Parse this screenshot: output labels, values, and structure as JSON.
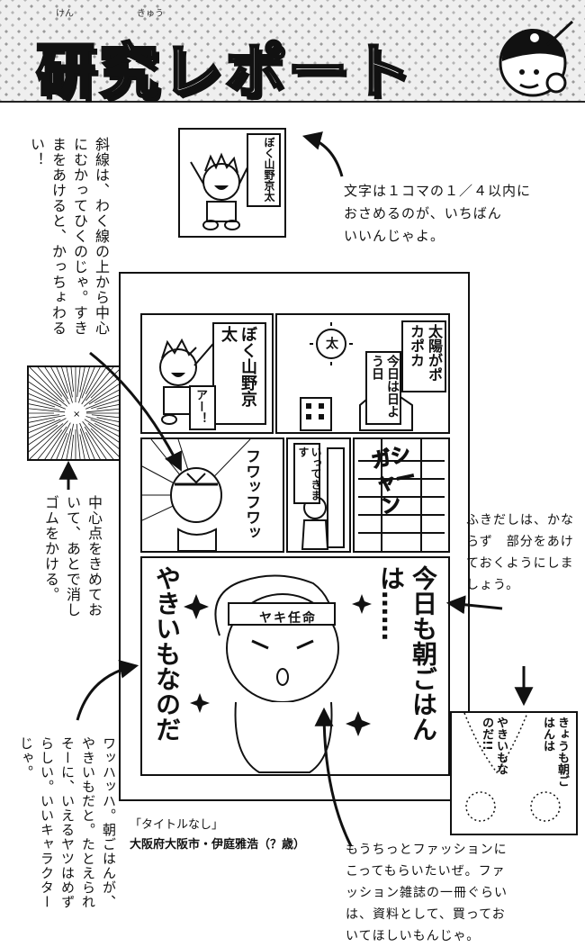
{
  "header": {
    "title": "研究レポート",
    "ruby_ken": "けん",
    "ruby_kyuu": "きゅう"
  },
  "notes": {
    "diagonal": "斜線は、わく線の上から中心にむかってひくのじゃ。すきまをあけると、かっちょわるい！",
    "text_size": "文字は１コマの１／４以内におさめるのが、いちばんいいんじゃよ。",
    "text_size_lines": [
      "文字は１コマの１／４以内に",
      "おさめるのが、いちばん",
      "いいんじゃよ。"
    ],
    "center_point": "中心点をきめておいて、あとで消しゴムをかける。",
    "balloon": "ふきだしは、かならず　部分をあけておくようにしましょう。",
    "laugh": "ワッハッハ。朝ごはんが、やきいもだと。たとえられそーに、いえるヤツはめずらしい。いいキャラクターじゃ。",
    "fashion": "もうちっとファッションにこってもらいたいぜ。ファッション雑誌の一冊ぐらいは、資料として、買っておいてほしいもんじゃ。",
    "fashion_lines": [
      "もうちっとファッションに",
      "こってもらいたいぜ。ファ",
      "ッション雑誌の一冊ぐらい",
      "は、資料として、買ってお",
      "いてほしいもんじゃ。"
    ]
  },
  "submission": {
    "title": "「タイトルなし」",
    "author": "大阪府大阪市・伊庭雅浩（？歳）"
  },
  "comic": {
    "small_panel_name": "ぼく山野京太",
    "panel1_name": "ぼく山野京太",
    "panel1_shout": "アー！",
    "panel2_sun_label": "太",
    "panel2_text": "太陽がポカポカ",
    "panel2_day": "今日は日よう日",
    "panel3_sfx": "フワッフワッ",
    "panel4_text": "いってきます",
    "panel5_sfx": "ガシャーン",
    "panel6_headband": "ヤキ任命",
    "panel6_text": "今日も朝ごはんは……",
    "panel6_text2": "やきいもなのだ",
    "example_text1": "きょうも朝ごはんは",
    "example_text2": "やきいもなのだ!!"
  }
}
